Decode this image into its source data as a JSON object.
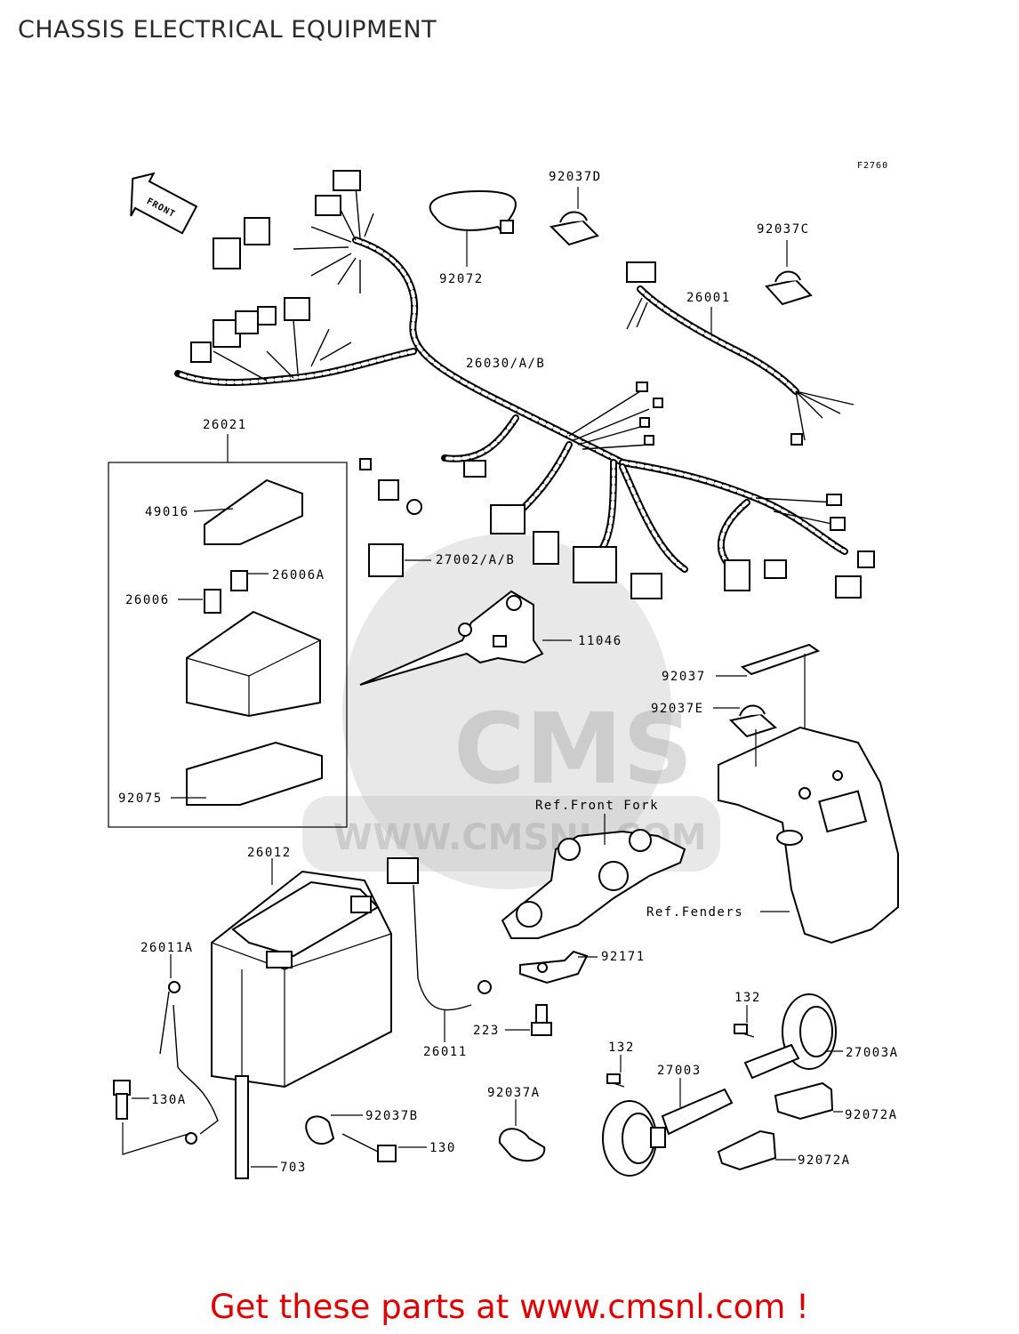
{
  "page": {
    "title": "CHASSIS ELECTRICAL EQUIPMENT",
    "figure_code": "F2760",
    "footer": "Get these parts at www.cmsnl.com !"
  },
  "watermark": {
    "brand": "CMS",
    "url": "WWW.CMSNL.COM"
  },
  "arrow_label": "FRONT",
  "labels": {
    "p92072": "92072",
    "p92037D": "92037D",
    "p92037C": "92037C",
    "p26001": "26001",
    "p26030": "26030/A/B",
    "p26021": "26021",
    "p49016": "49016",
    "p26006A": "26006A",
    "p26006": "26006",
    "p92075": "92075",
    "p27002": "27002/A/B",
    "p11046": "11046",
    "p92037": "92037",
    "p92037E": "92037E",
    "refFrontFork": "Ref.Front Fork",
    "refFenders": "Ref.Fenders",
    "p26012": "26012",
    "p26011A": "26011A",
    "p26011": "26011",
    "p92171": "92171",
    "p223": "223",
    "p132a": "132",
    "p132b": "132",
    "p27003A": "27003A",
    "p27003": "27003",
    "p92072A1": "92072A",
    "p92072A2": "92072A",
    "p92037A": "92037A",
    "p92037B": "92037B",
    "p130": "130",
    "p130A": "130A",
    "p703": "703"
  }
}
